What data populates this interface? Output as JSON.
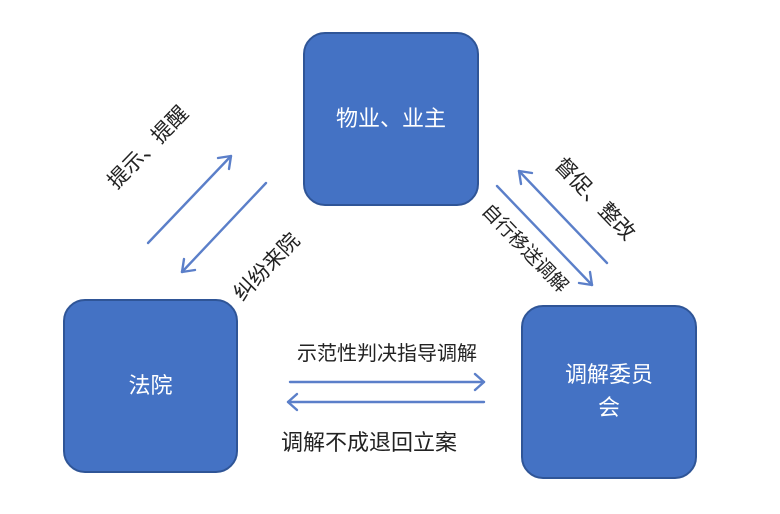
{
  "nodes": {
    "top": "物业、业主",
    "left": "法院",
    "right_line1": "调解委员",
    "right_line2": "会"
  },
  "edges": {
    "left_up": "提示、提醒",
    "left_down": "纠纷来院",
    "right_up": "督促、整改",
    "right_down": "自行移送调解",
    "bottom_right": "示范性判决指导调解",
    "bottom_left": "调解不成退回立案"
  },
  "colors": {
    "node_fill": "#4472c4",
    "node_border": "#2f5597",
    "arrow": "#5b7fc9",
    "text": "#222222"
  }
}
